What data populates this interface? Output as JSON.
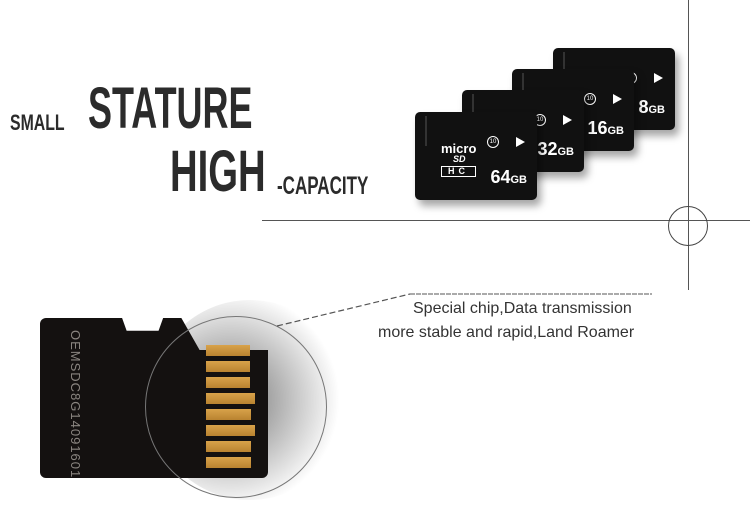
{
  "headline": {
    "small": "SMALL",
    "stature": "STATURE",
    "high": "HIGH",
    "capacity": "-CAPACITY"
  },
  "cards": [
    {
      "capacity": "8",
      "unit": "GB",
      "class": "10"
    },
    {
      "capacity": "16",
      "unit": "GB",
      "class": "10"
    },
    {
      "capacity": "32",
      "unit": "GB",
      "class": "10"
    },
    {
      "capacity": "64",
      "unit": "GB",
      "class": "10",
      "logo_top": "micro",
      "logo_sd": "SD",
      "logo_hc": "HC"
    }
  ],
  "card_back_code": "OEMSDC8G14091601",
  "caption": {
    "line1": "Special chip,Data transmission",
    "line2": "more stable and rapid,Land Roamer"
  }
}
